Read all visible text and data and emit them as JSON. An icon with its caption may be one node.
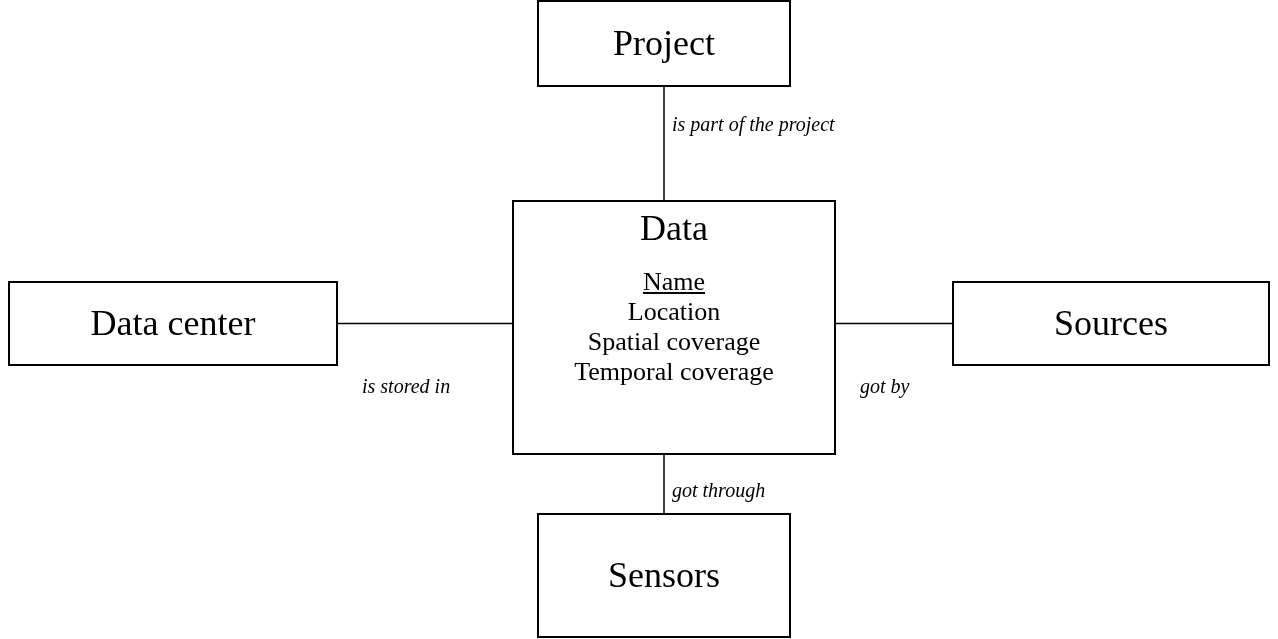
{
  "diagram": {
    "nodes": [
      {
        "text": [
          "Project"
        ]
      },
      {
        "text": [
          "Data center"
        ]
      },
      {
        "text": [
          "Data",
          "Name",
          "Location",
          "Spatial coverage",
          "Temporal coverage"
        ]
      },
      {
        "text": [
          "Sources"
        ]
      },
      {
        "text": [
          "Sensors"
        ]
      }
    ],
    "edges": [
      {
        "from": 2,
        "to": 0,
        "arrow": "none",
        "label": "is part of the project"
      },
      {
        "from": 1,
        "to": 2,
        "arrow": "none",
        "label": "is stored in"
      },
      {
        "from": 2,
        "to": 3,
        "arrow": "none",
        "label": "got by"
      },
      {
        "from": 2,
        "to": 4,
        "arrow": "none",
        "label": "got through"
      }
    ]
  }
}
